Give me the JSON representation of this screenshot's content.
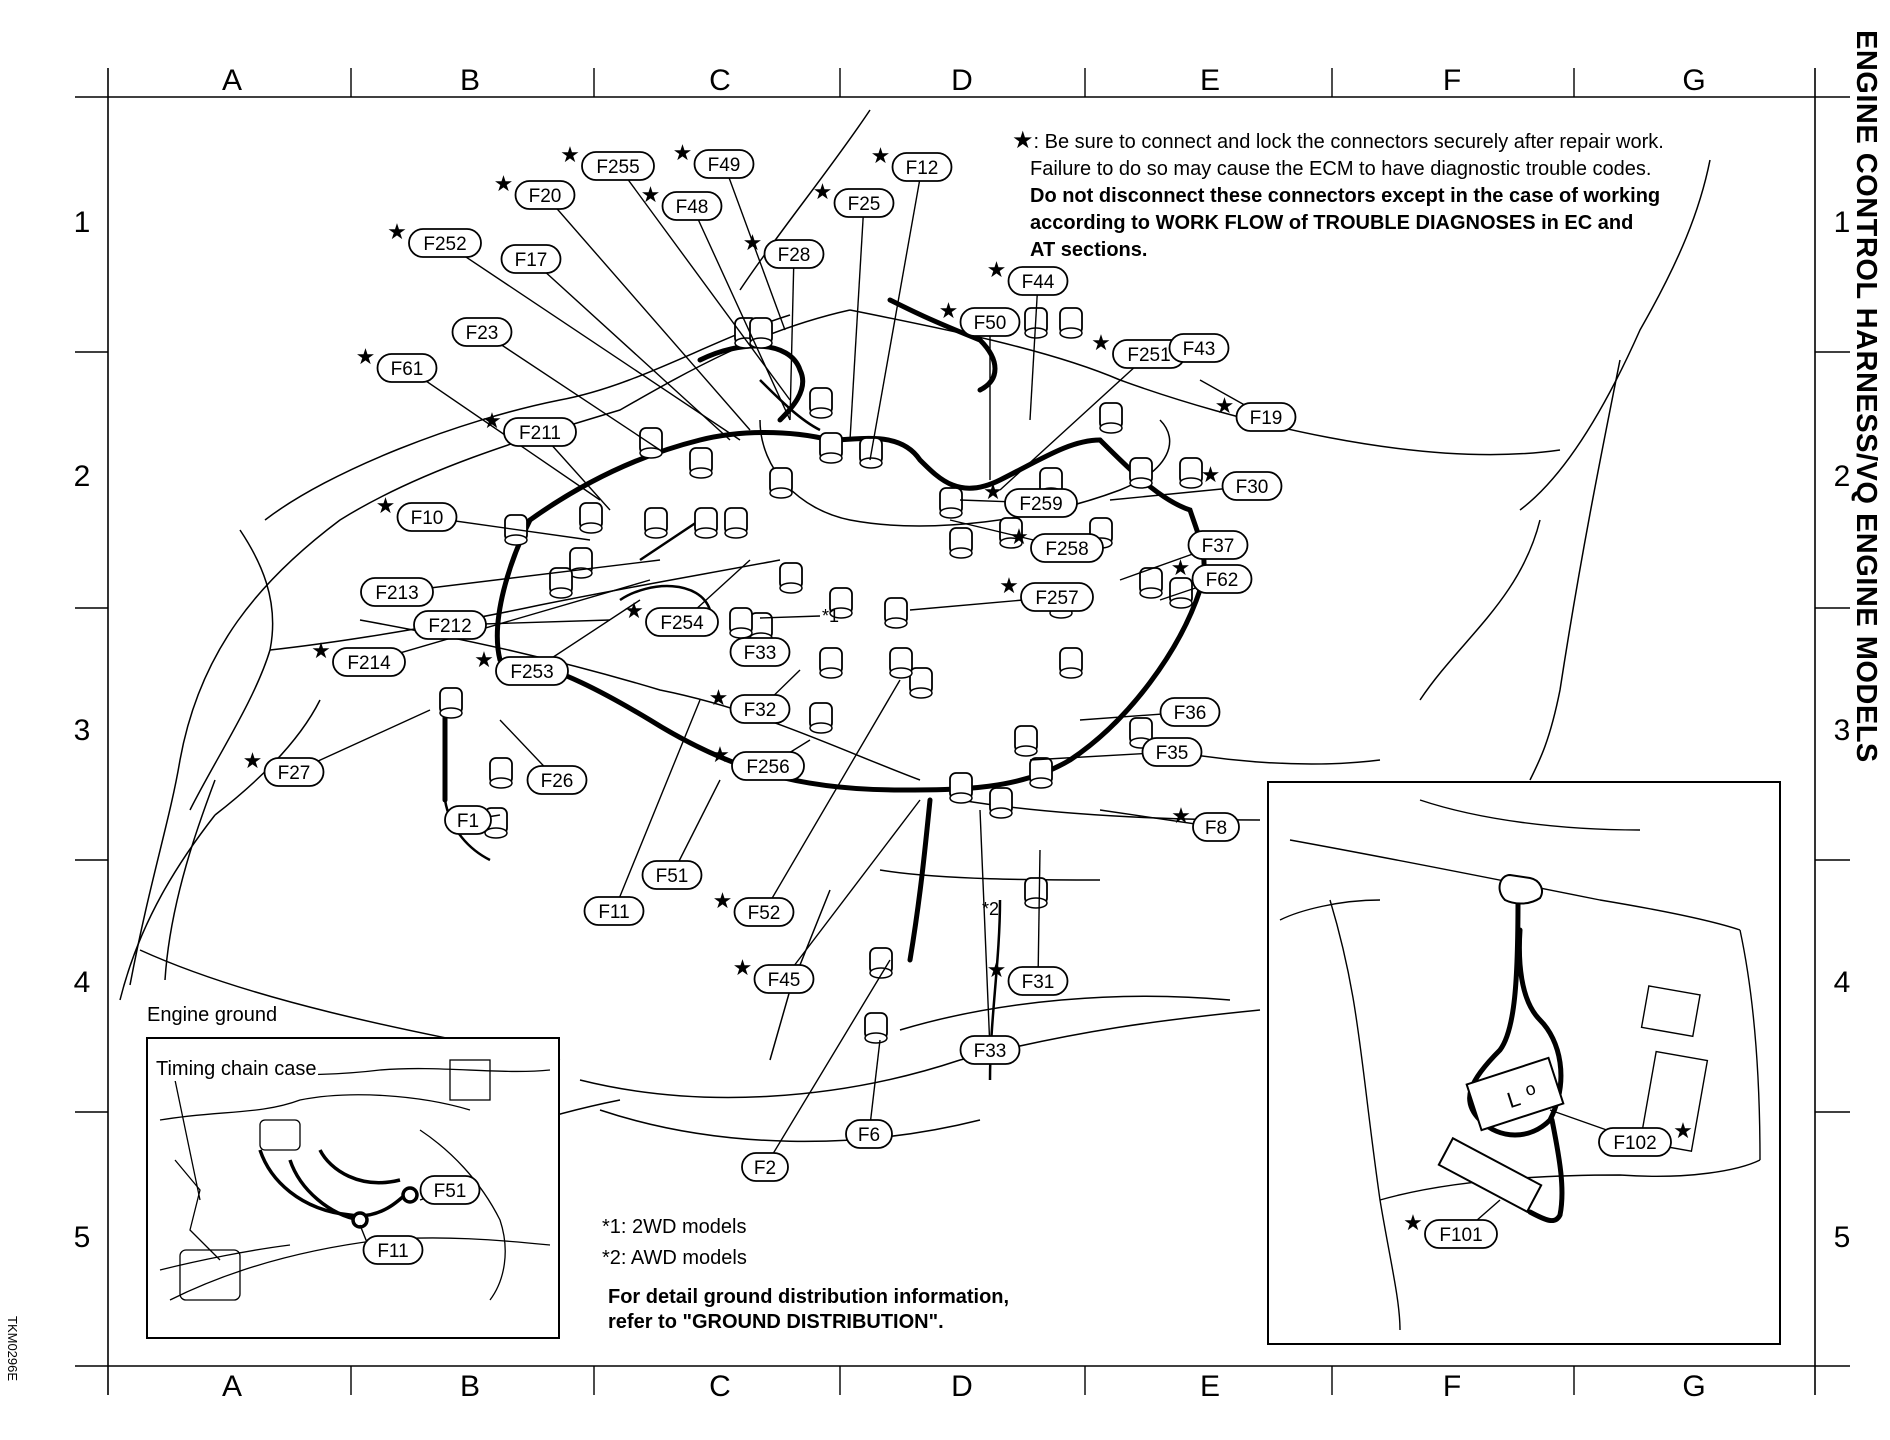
{
  "page_title": "ENGINE CONTROL HARNESS/VQ ENGINE MODELS",
  "doc_code": "TKM0296E",
  "grid": {
    "columns": [
      "A",
      "B",
      "C",
      "D",
      "E",
      "F",
      "G"
    ],
    "rows": [
      "1",
      "2",
      "3",
      "4",
      "5"
    ]
  },
  "note": {
    "star": "★",
    "line1": ": Be sure to connect and lock the connectors securely after repair work.",
    "line2": "Failure to do so may cause the ECM to have diagnostic trouble codes.",
    "line3": "Do not disconnect these connectors except in the case of working",
    "line4": "according to WORK FLOW of TROUBLE DIAGNOSES in EC and",
    "line5": "AT sections."
  },
  "connectors": [
    "F255",
    "F49",
    "F12",
    "F20",
    "F48",
    "F25",
    "F252",
    "F28",
    "F17",
    "F44",
    "F23",
    "F50",
    "F61",
    "F251",
    "F43",
    "F211",
    "F19",
    "F10",
    "F259",
    "F30",
    "F213",
    "F258",
    "F212",
    "*1",
    "F257",
    "F37",
    "F254",
    "F33",
    "F62",
    "F214",
    "F253",
    "F32",
    "F36",
    "F27",
    "F256",
    "F35",
    "F26",
    "F8",
    "F1",
    "F51",
    "F11",
    "F52",
    "*2",
    "F45",
    "F31",
    "F33",
    "F6",
    "F2"
  ],
  "inset_ground": {
    "title": "Engine ground",
    "sublabel": "Timing chain case",
    "connectors": [
      "F51",
      "F11"
    ]
  },
  "inset_right": {
    "connectors": [
      "F102",
      "F101"
    ],
    "module_text": "L",
    "module_text2": "o"
  },
  "footnotes": {
    "n1": "*1: 2WD models",
    "n2": "*2: AWD models",
    "detail1": "For detail ground distribution information,",
    "detail2": "refer to \"GROUND DISTRIBUTION\"."
  }
}
